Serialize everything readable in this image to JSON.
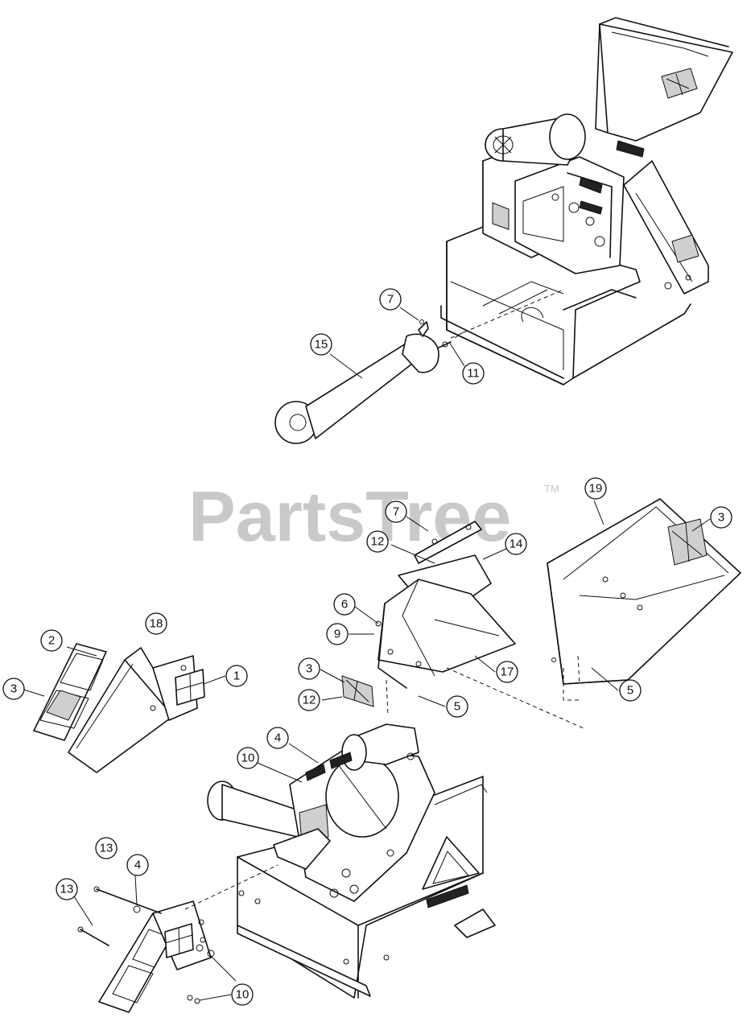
{
  "watermark": {
    "brand": "PartsTree",
    "trademark": "TM"
  },
  "callouts": [
    {
      "label": "7"
    },
    {
      "label": "15"
    },
    {
      "label": "11"
    },
    {
      "label": "19"
    },
    {
      "label": "7"
    },
    {
      "label": "3"
    },
    {
      "label": "12"
    },
    {
      "label": "14"
    },
    {
      "label": "18"
    },
    {
      "label": "6"
    },
    {
      "label": "2"
    },
    {
      "label": "9"
    },
    {
      "label": "3"
    },
    {
      "label": "1"
    },
    {
      "label": "3"
    },
    {
      "label": "17"
    },
    {
      "label": "12"
    },
    {
      "label": "5"
    },
    {
      "label": "5"
    },
    {
      "label": "4"
    },
    {
      "label": "10"
    },
    {
      "label": "13"
    },
    {
      "label": "4"
    },
    {
      "label": "13"
    },
    {
      "label": "10"
    }
  ]
}
